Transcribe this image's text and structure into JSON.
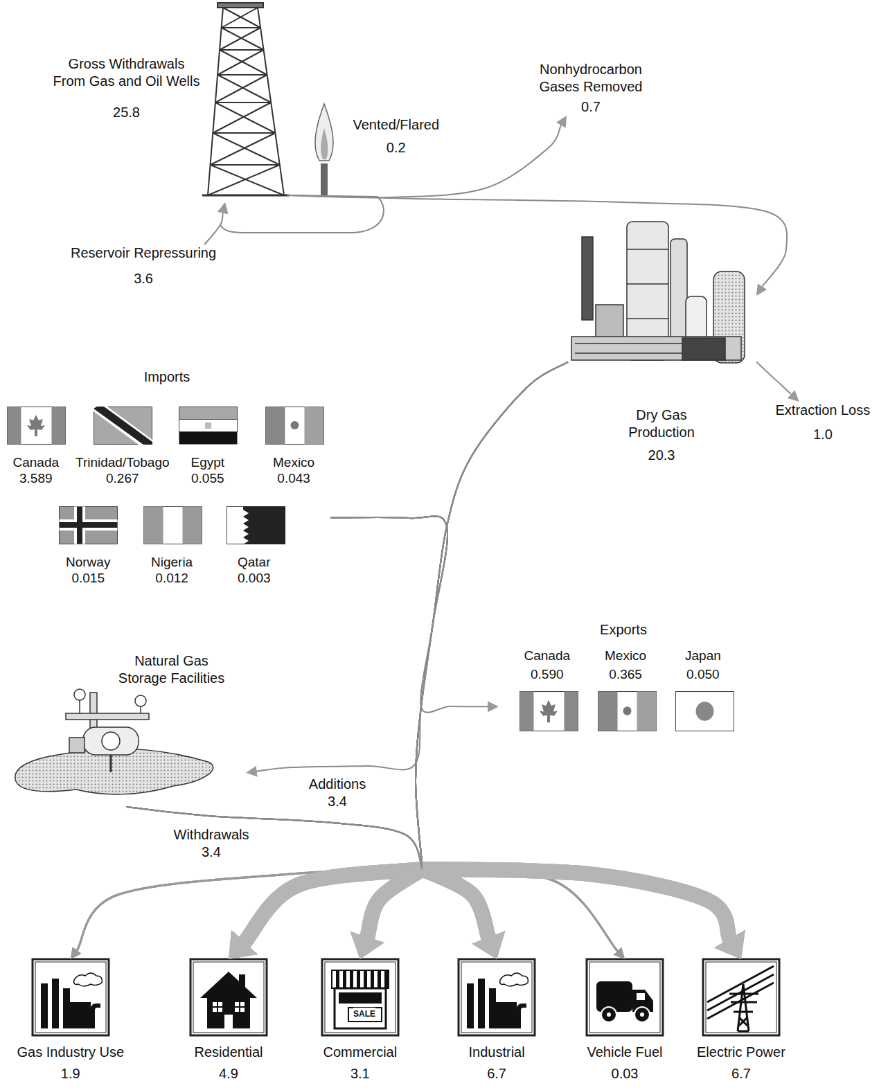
{
  "diagram": {
    "nodes": [
      {
        "text": [
          "Gross Withdrawals From Gas and Oil Wells",
          "25.8"
        ]
      },
      {
        "text": [
          "Vented/Flared",
          "0.2"
        ]
      },
      {
        "text": [
          "Nonhydrocarbon Gases Removed",
          "0.7"
        ]
      },
      {
        "text": [
          "Reservoir Repressuring",
          "3.6"
        ]
      },
      {
        "text": [
          "Dry Gas Production",
          "20.3"
        ]
      },
      {
        "text": [
          "Extraction Loss",
          "1.0"
        ]
      },
      {
        "text": [
          "Imports"
        ]
      },
      {
        "text": [
          "Canada",
          "3.589"
        ],
        "in": 6
      },
      {
        "text": [
          "Trinidad/Tobago",
          "0.267"
        ],
        "in": 6
      },
      {
        "text": [
          "Egypt",
          "0.055"
        ],
        "in": 6
      },
      {
        "text": [
          "Mexico",
          "0.043"
        ],
        "in": 6
      },
      {
        "text": [
          "Norway",
          "0.015"
        ],
        "in": 6
      },
      {
        "text": [
          "Nigeria",
          "0.012"
        ],
        "in": 6
      },
      {
        "text": [
          "Qatar",
          "0.003"
        ],
        "in": 6
      },
      {
        "text": [
          "Exports"
        ]
      },
      {
        "text": [
          "Canada",
          "0.590"
        ],
        "in": 14
      },
      {
        "text": [
          "Mexico",
          "0.365"
        ],
        "in": 14
      },
      {
        "text": [
          "Japan",
          "0.050"
        ],
        "in": 14
      },
      {
        "text": [
          "Natural Gas Storage Facilities"
        ]
      },
      {
        "text": [
          "Gas Industry Use",
          "1.9"
        ]
      },
      {
        "text": [
          "Residential",
          "4.9"
        ]
      },
      {
        "text": [
          "Commercial",
          "3.1"
        ]
      },
      {
        "text": [
          "Industrial",
          "6.7"
        ]
      },
      {
        "text": [
          "Vehicle Fuel",
          "0.03"
        ]
      },
      {
        "text": [
          "Electric Power",
          "6.7"
        ]
      }
    ],
    "edges": [
      {
        "from": 3,
        "to": 0,
        "arrow": "to"
      },
      {
        "from": 0,
        "to": 2,
        "arrow": "to"
      },
      {
        "from": 0,
        "to": 4,
        "arrow": "to"
      },
      {
        "from": 4,
        "to": 5,
        "arrow": "to"
      },
      {
        "from": 4,
        "to": 14,
        "arrow": "to"
      },
      {
        "from": 4,
        "to": 18,
        "label": "Additions 3.4",
        "arrow": "to"
      },
      {
        "from": 4,
        "to": 19,
        "arrow": "to"
      },
      {
        "from": 4,
        "to": 20,
        "arrow": "to"
      },
      {
        "from": 4,
        "to": 21,
        "arrow": "to"
      },
      {
        "from": 4,
        "to": 22,
        "arrow": "to"
      },
      {
        "from": 4,
        "to": 23,
        "arrow": "to"
      },
      {
        "from": 4,
        "to": 24,
        "arrow": "to"
      },
      {
        "from": 6,
        "to": 19,
        "arrow": "to"
      },
      {
        "from": 6,
        "to": 20,
        "arrow": "to"
      },
      {
        "from": 6,
        "to": 21,
        "arrow": "to"
      },
      {
        "from": 6,
        "to": 22,
        "arrow": "to"
      },
      {
        "from": 6,
        "to": 23,
        "arrow": "to"
      },
      {
        "from": 6,
        "to": 24,
        "arrow": "to"
      },
      {
        "from": 18,
        "to": 19,
        "label": "Withdrawals 3.4",
        "arrow": "to"
      },
      {
        "from": 18,
        "to": 20,
        "arrow": "to"
      },
      {
        "from": 18,
        "to": 21,
        "arrow": "to"
      },
      {
        "from": 18,
        "to": 22,
        "arrow": "to"
      },
      {
        "from": 18,
        "to": 23,
        "arrow": "to"
      },
      {
        "from": 18,
        "to": 24,
        "arrow": "to"
      }
    ],
    "labels": [
      "SALE"
    ]
  }
}
